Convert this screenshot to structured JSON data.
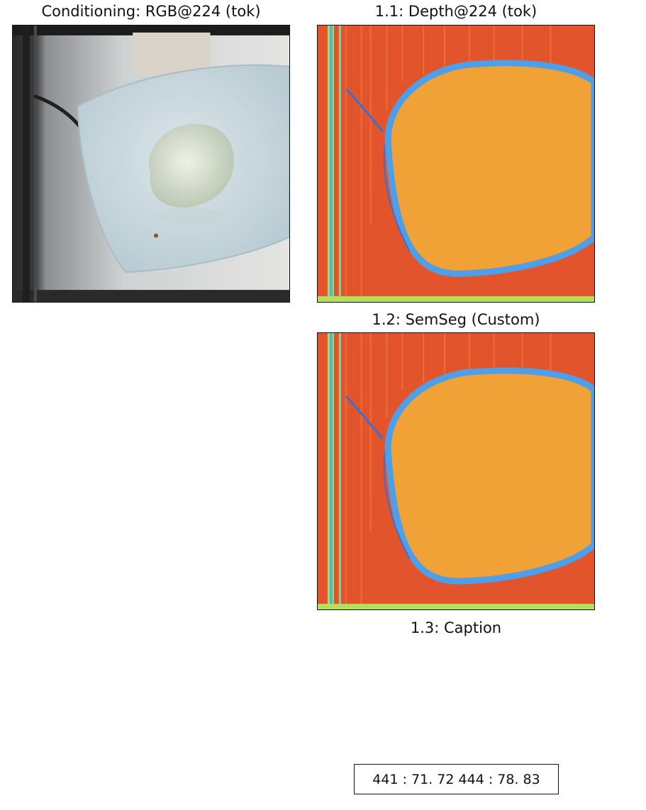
{
  "panels": {
    "conditioning": {
      "title": "Conditioning: RGB@224 (tok)"
    },
    "depth": {
      "title": "1.1: Depth@224 (tok)"
    },
    "semseg": {
      "title": "1.2: SemSeg (Custom)"
    },
    "caption": {
      "title": "1.3: Caption",
      "text": "441 : 71. 72 444 : 78. 83"
    }
  },
  "colors": {
    "map_background": "#e2542c",
    "map_region": "#f0a236",
    "map_boundary": "#4f9ee8",
    "map_highlight": "#9be06a",
    "plate": "#cfdde3",
    "food": "#e8efe0"
  }
}
